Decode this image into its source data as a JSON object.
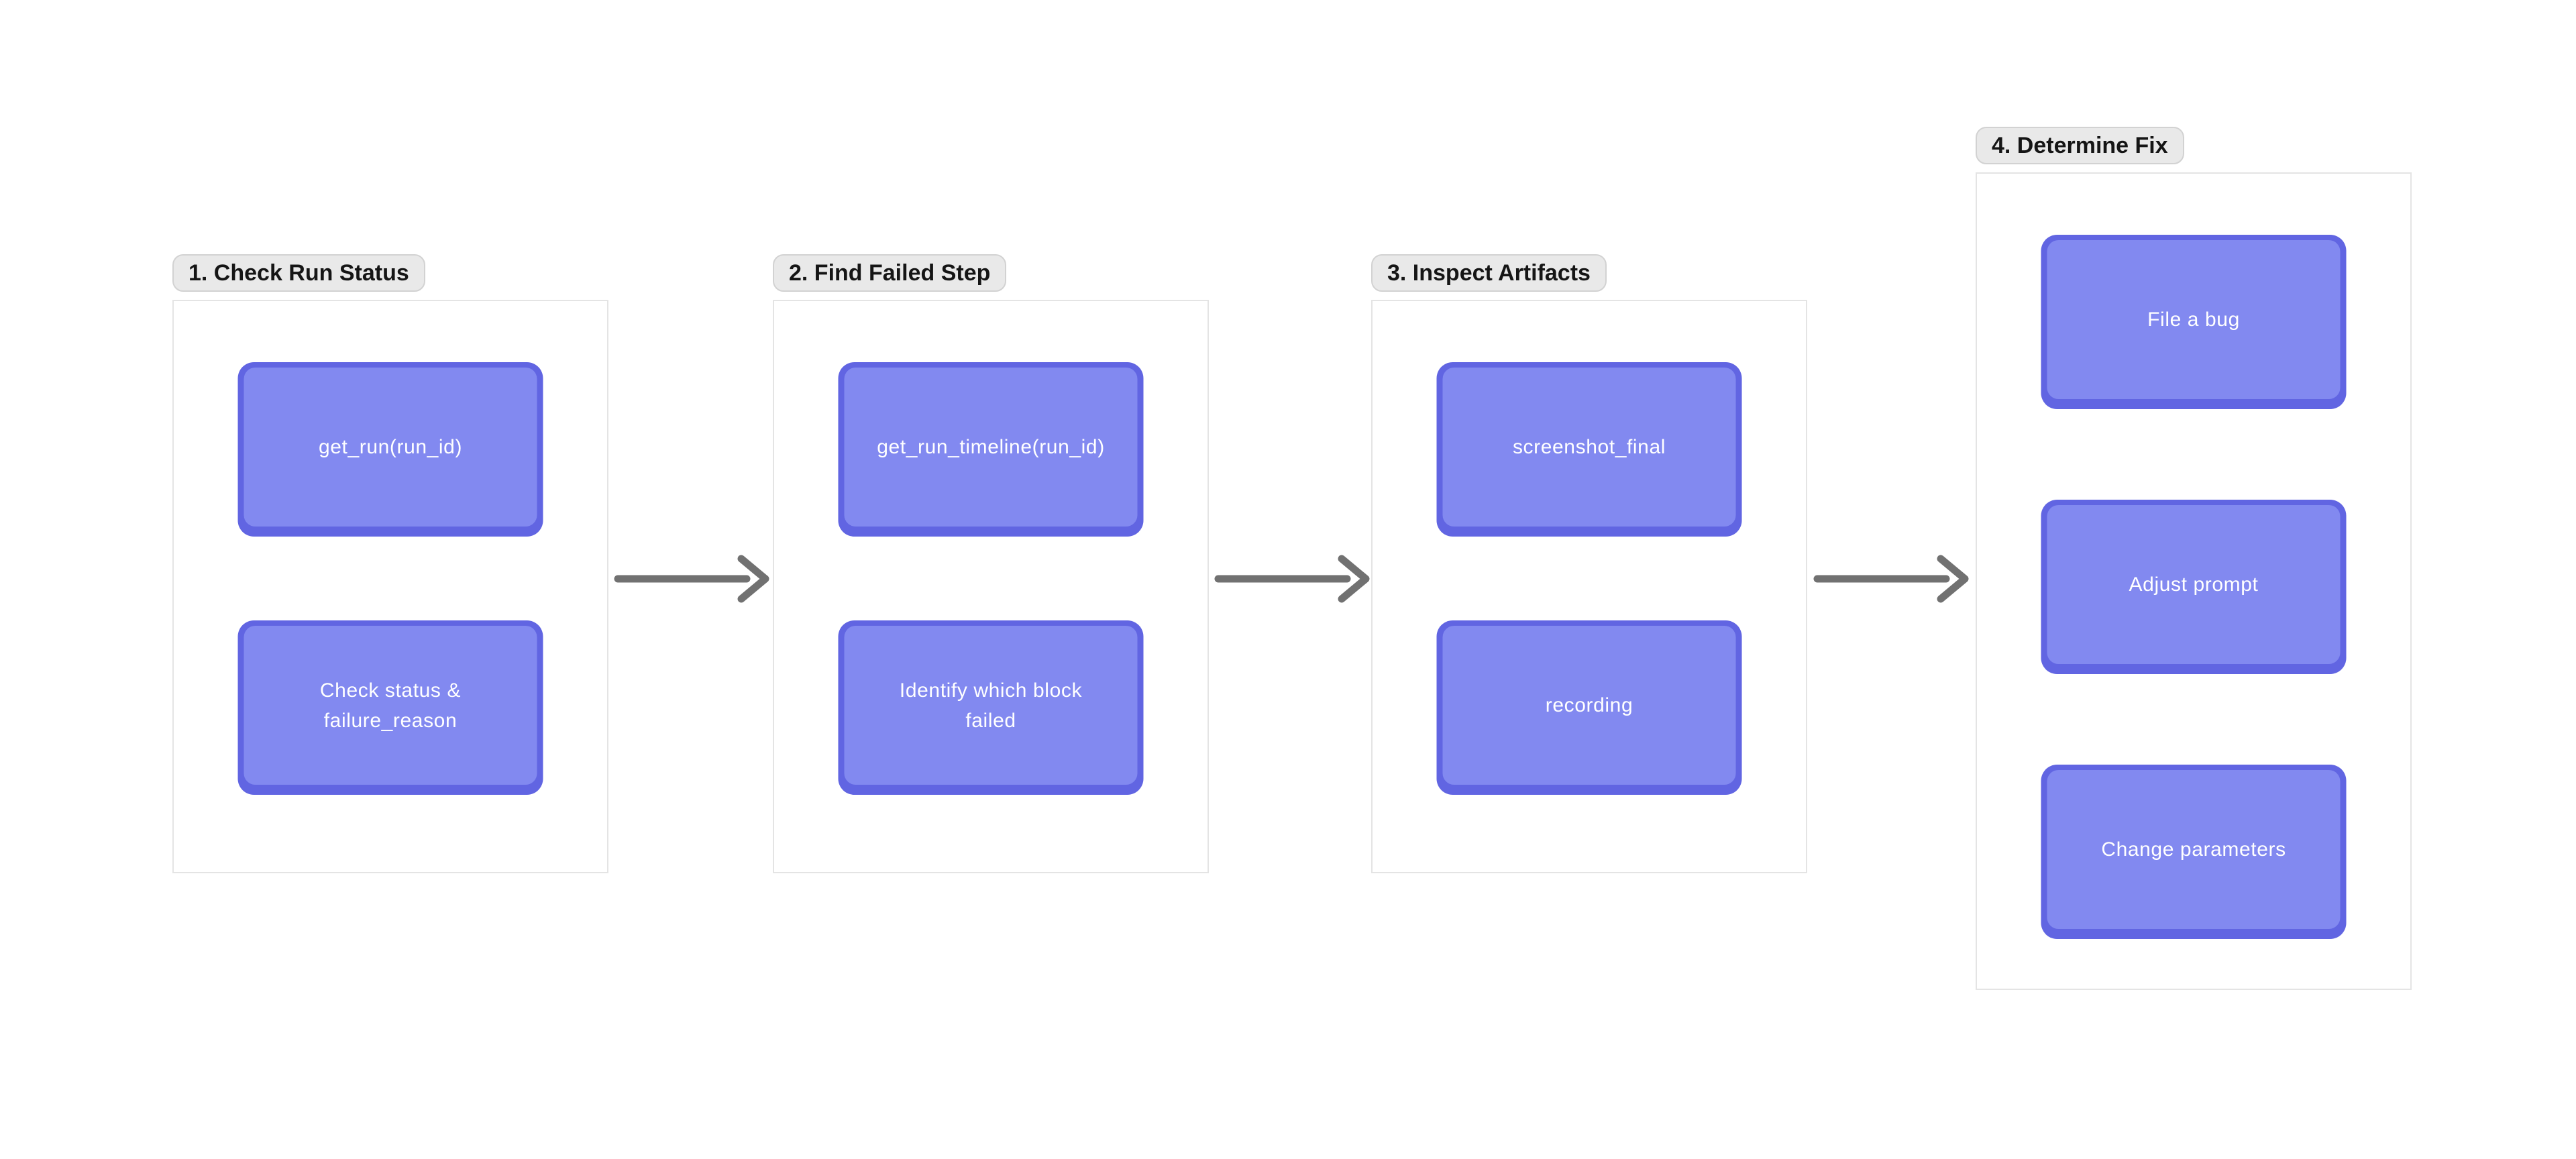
{
  "canvas": {
    "background": "#ffffff"
  },
  "colors": {
    "canvas_bg": "#ffffff",
    "node_fill": "#8289F0",
    "node_border": "#6165E2",
    "node_text": "#FFFFFF",
    "frame_bg": "#FFFFFF",
    "frame_border": "#E4E4E4",
    "label_bg": "#E9E9E9",
    "label_border": "#D2D2D2",
    "label_text": "#151515",
    "arrow": "#717171"
  },
  "frames": [
    {
      "label": "1. Check Run Status",
      "nodes": [
        "get_run(run_id)",
        "Check status &\nfailure_reason"
      ]
    },
    {
      "label": "2. Find Failed Step",
      "nodes": [
        "get_run_timeline(run_id)",
        "Identify which block\nfailed"
      ]
    },
    {
      "label": "3. Inspect Artifacts",
      "nodes": [
        "screenshot_final",
        "recording"
      ]
    },
    {
      "label": "4. Determine Fix",
      "nodes": [
        "File a bug",
        "Adjust prompt",
        "Change parameters"
      ]
    }
  ],
  "arrows": [
    {
      "from": "1. Check Run Status",
      "to": "2. Find Failed Step"
    },
    {
      "from": "2. Find Failed Step",
      "to": "3. Inspect Artifacts"
    },
    {
      "from": "3. Inspect Artifacts",
      "to": "4. Determine Fix"
    }
  ]
}
